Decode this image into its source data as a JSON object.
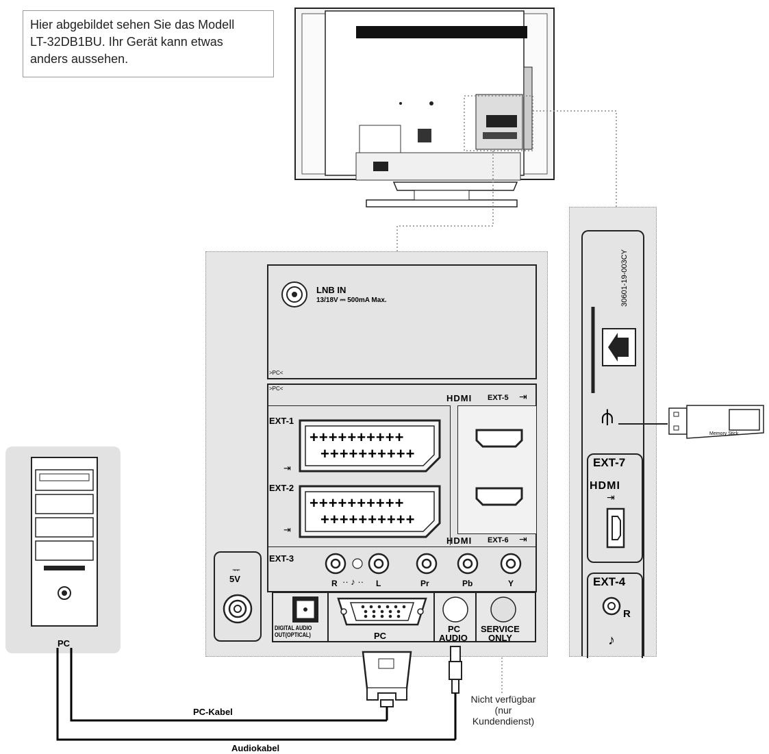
{
  "note": {
    "line1": "Hier abgebildet sehen Sie das Modell",
    "line2": "LT-32DB1BU. Ihr Gerät kann etwas",
    "line3": "anders aussehen."
  },
  "panel": {
    "lnb_title": "LNB IN",
    "lnb_spec": "13/18V ⎓ 500mA Max.",
    "pc_mark_1": ">PC<",
    "pc_mark_2": ">PC<",
    "hdmi_logo": "HDMI",
    "ext5": "EXT-5",
    "ext6": "EXT-6",
    "ext1": "EXT-1",
    "ext2": "EXT-2",
    "ext3": "EXT-3",
    "scart_pins": "++++++++++",
    "jack_r": "R",
    "jack_audio_l": "L",
    "jack_pr": "Pr",
    "jack_pb": "Pb",
    "jack_y": "Y",
    "antenna_5v": "5V",
    "digital_audio_1": "DIGITAL AUDIO",
    "digital_audio_2": "OUT(OPTICAL)",
    "pc_port": "PC",
    "pc_audio_1": "PC",
    "pc_audio_2": "AUDIO",
    "service_1": "SERVICE",
    "service_2": "ONLY"
  },
  "side_panel": {
    "code": "30601-19-003CY",
    "ext7": "EXT-7",
    "hdmi_logo": "HDMI",
    "ext4": "EXT-4",
    "ext4_r": "R"
  },
  "usb_stick_label": "Memory Stick",
  "pc_label": "PC",
  "cables": {
    "pc_cable": "PC-Kabel",
    "audio_cable": "Audiokabel"
  },
  "unavailable_note": {
    "line1": "Nicht verfügbar",
    "line2": "(nur",
    "line3": "Kundendienst)"
  },
  "colors": {
    "panel_bg": "#e6e6e6",
    "line": "#222222",
    "cable": "#000000"
  }
}
